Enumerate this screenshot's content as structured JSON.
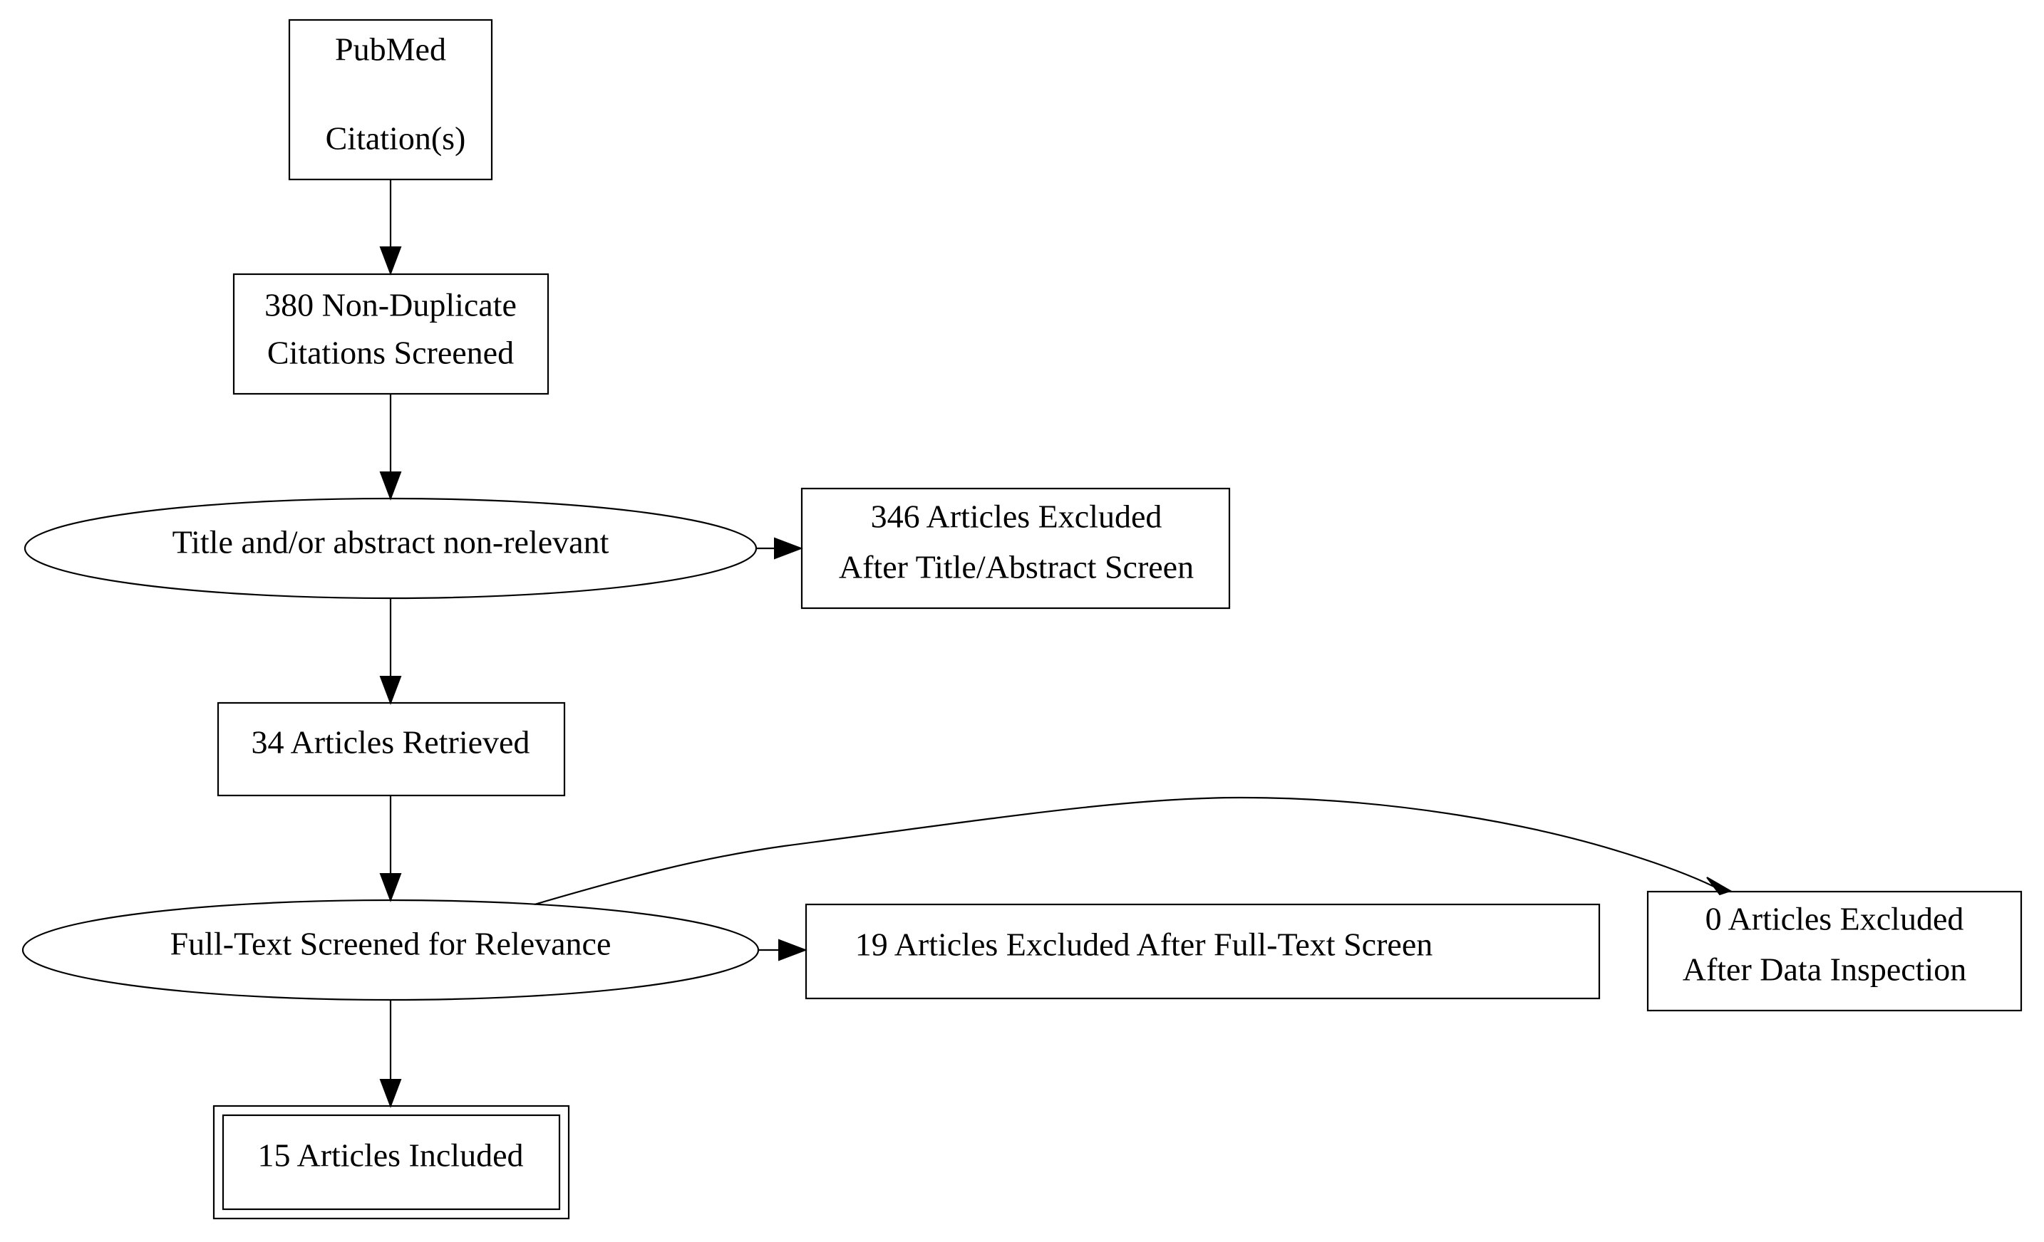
{
  "nodes": {
    "pubmed": {
      "line1": "PubMed",
      "line2": "Citation(s)"
    },
    "nondup": {
      "line1": "380 Non-Duplicate",
      "line2": "Citations Screened"
    },
    "title_screen": {
      "label": "Title and/or abstract non-relevant"
    },
    "excluded_title": {
      "line1": "346 Articles Excluded",
      "line2": "After Title/Abstract Screen"
    },
    "retrieved": {
      "label": "34 Articles Retrieved"
    },
    "fulltext_screen": {
      "label": "Full-Text Screened for Relevance"
    },
    "excluded_fulltext": {
      "label": "19 Articles Excluded After Full-Text Screen"
    },
    "excluded_data": {
      "line1": "0 Articles Excluded",
      "line2": "After Data Inspection"
    },
    "included": {
      "label": "15 Articles Included"
    }
  },
  "colors": {
    "stroke": "#000000",
    "background": "#ffffff"
  }
}
